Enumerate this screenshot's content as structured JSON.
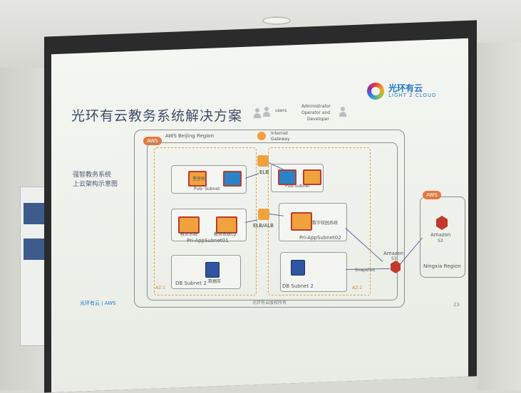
{
  "slide": {
    "title": "光环有云教务系统解决方案",
    "side_note_line1": "强智教务系统",
    "side_note_line2": "上云架构示意图",
    "page_number": "23",
    "logo": {
      "cn": "光环有云",
      "en": "LIGHT 2 CLOUD"
    },
    "footer_logo": "光环有云 | AWS"
  },
  "diagram": {
    "users_label": "users",
    "admin_label_1": "Administrator",
    "admin_label_2": "Operator and",
    "admin_label_3": "Developer",
    "region_beijing": "AWS Beijing Region",
    "internet_gateway_1": "Internet",
    "internet_gateway_2": "Gateway",
    "elb": "ELB",
    "elb_alb": "ELB/ALB",
    "pub_subnet_left": "Pub- Subnet",
    "pub_subnet_right": "Pub-Subnet",
    "pri_app_subnet_01": "Pri-AppSubnet01",
    "pri_app_subnet_02": "Pri-AppSubnet02",
    "db_subnet_left": "DB Subnet 2",
    "db_subnet_right": "DB Subnet 2",
    "az1": "AZ-1",
    "az2": "AZ-2",
    "snapshot": "Snapshot",
    "amazon_s3_mid_1": "Amazon",
    "amazon_s3_mid_2": "S3",
    "amazon_s3_right_1": "Amazon",
    "amazon_s3_right_2": "S3",
    "ningxia": "Ningxia Region",
    "aws_tag": "AWS",
    "bottom_caption": "光环有云版权所有",
    "inst_l1": "堡垒机",
    "inst_l2": "教务系统",
    "inst_l3": "教务系统02",
    "inst_r": "数字校园系统",
    "db_l": "数据库"
  }
}
